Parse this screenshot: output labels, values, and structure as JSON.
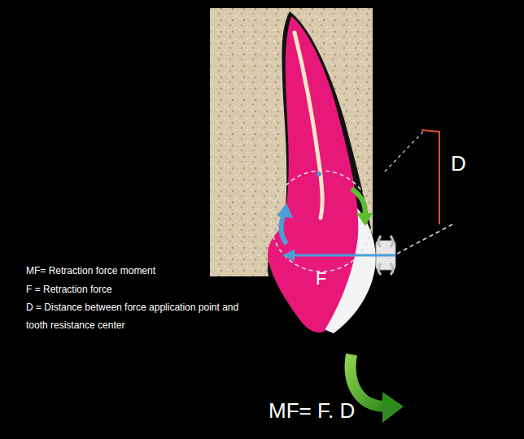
{
  "diagram": {
    "labels": [
      "D",
      "F",
      "MF= Retraction force moment",
      "F = Retraction force",
      "D = Distance between force application point and tooth resistance center",
      "MF= F. D"
    ]
  }
}
